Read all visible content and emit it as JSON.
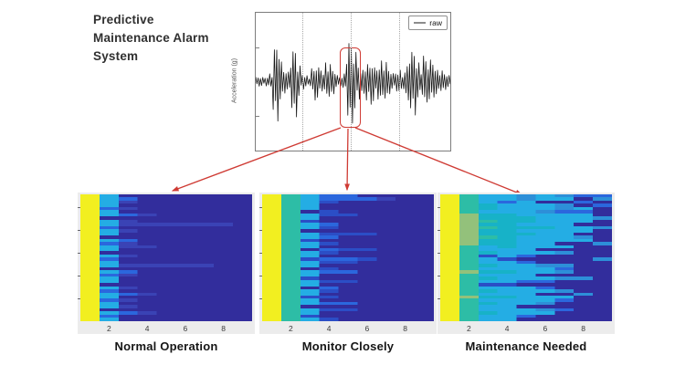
{
  "title": {
    "lines": [
      "Predictive",
      "Maintenance Alarm",
      "System"
    ]
  },
  "colors": {
    "accent": "#cf3b34",
    "trace": "#161616",
    "legend_line": "#8c8c8c",
    "plot_border": "#7d7d7d",
    "panel_strip": "#ececec",
    "background": "#ffffff"
  },
  "palette": {
    "0": "#322d9c",
    "1": "#3a43b5",
    "2": "#2b4ec6",
    "3": "#2b67dd",
    "4": "#2d8fd8",
    "5": "#24ade4",
    "6": "#17b2c8",
    "7": "#2dbda6",
    "8": "#93c17b",
    "9": "#f2ef20"
  },
  "heat_ytick_fractions": [
    0.1,
    0.28,
    0.46,
    0.64,
    0.82
  ],
  "chart_data": [
    {
      "type": "line",
      "name": "raw-vibration-signal",
      "ylabel": "Acceleration (g)",
      "legend": [
        "raw"
      ],
      "grid": "dotted-vertical",
      "gridline_fractions": [
        0.24,
        0.49,
        0.735
      ],
      "ytick_fractions": [
        0.25,
        0.5,
        0.75
      ],
      "highlighted_region_fraction": [
        0.435,
        0.53
      ],
      "envelope": [
        0.1,
        0.12,
        0.1,
        0.12,
        0.2,
        0.75,
        0.95,
        0.5,
        0.3,
        0.25,
        0.7,
        0.85,
        0.4,
        0.2,
        0.15,
        0.12,
        0.3,
        0.45,
        0.35,
        0.25,
        0.5,
        0.4,
        0.3,
        0.15,
        0.12,
        0.2,
        0.9,
        1.0,
        0.75,
        0.45,
        0.3,
        0.5,
        0.4,
        0.55,
        0.35,
        0.45,
        0.55,
        0.45,
        0.3,
        0.2,
        0.25,
        0.3,
        0.2,
        0.45,
        0.75,
        0.85,
        0.5,
        0.35,
        0.6,
        0.5,
        0.55,
        0.4,
        0.3,
        0.25,
        0.2,
        0.15
      ]
    },
    {
      "type": "heatmap",
      "name": "normal-operation",
      "caption": "Normal Operation",
      "xticks": [
        2,
        4,
        6,
        8
      ],
      "x_range": [
        0.5,
        9.5
      ],
      "rows": [
        "950000000",
        "953000000",
        "951000000",
        "950000000",
        "931000000",
        "950000000",
        "953100000",
        "900000000",
        "951000000",
        "951111110",
        "930000000",
        "951000000",
        "950000000",
        "900000000",
        "953000000",
        "931000000",
        "951100000",
        "950000000",
        "900000000",
        "951000000",
        "930000000",
        "950000000",
        "951111100",
        "900000000",
        "953000000",
        "931000000",
        "950000000",
        "950000000",
        "900000000",
        "951000000",
        "930000000",
        "953100000",
        "950000000",
        "931000000",
        "950000000",
        "951000000",
        "900000000",
        "953100000",
        "930000000",
        "950000000"
      ]
    },
    {
      "type": "heatmap",
      "name": "monitor-closely",
      "caption": "Monitor Closely",
      "xticks": [
        2,
        4,
        6,
        8
      ],
      "x_range": [
        0.5,
        9.5
      ],
      "rows": [
        "975330000",
        "975333100",
        "975200000",
        "975000000",
        "975000000",
        "970200000",
        "975220000",
        "975000000",
        "972000000",
        "975300000",
        "975200000",
        "970000000",
        "975222000",
        "975300000",
        "972000000",
        "975200000",
        "975000000",
        "970322000",
        "975200000",
        "975000000",
        "972332000",
        "975220000",
        "975000000",
        "970200000",
        "975330000",
        "975000000",
        "972000000",
        "975220000",
        "975000000",
        "970300000",
        "975200000",
        "975000000",
        "972200000",
        "975000000",
        "975330000",
        "970000000",
        "975220000",
        "975000000",
        "972000000",
        "975200000"
      ]
    },
    {
      "type": "heatmap",
      "name": "maintenance-needed",
      "caption": "Maintenance Needed",
      "xticks": [
        2,
        4,
        6,
        8
      ],
      "x_range": [
        0.5,
        9.5
      ],
      "rows": [
        "975545433",
        "975545504",
        "975350030",
        "976555403",
        "976555450",
        "975554330",
        "986655550",
        "986665554",
        "987665550",
        "986655500",
        "987666554",
        "986655550",
        "986665500",
        "987655540",
        "986655550",
        "986655004",
        "975655500",
        "975550000",
        "976555400",
        "972530000",
        "975200004",
        "975530000",
        "976554400",
        "975555300",
        "986655400",
        "975550000",
        "976555440",
        "975533000",
        "972200000",
        "975553000",
        "976555400",
        "975550040",
        "986655500",
        "975555300",
        "976554000",
        "975500000",
        "975554300",
        "976555000",
        "975530000",
        "975500000"
      ]
    }
  ]
}
